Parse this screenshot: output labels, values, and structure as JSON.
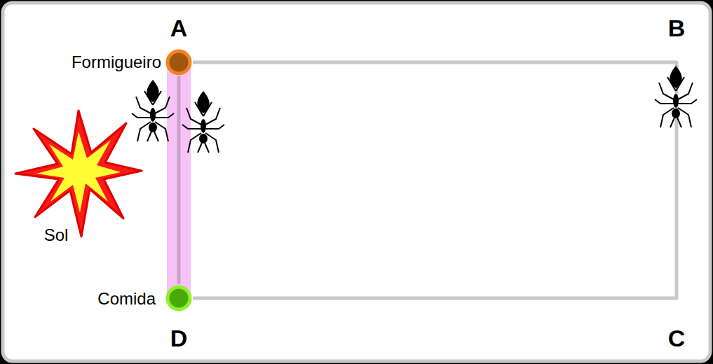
{
  "diagram": {
    "nodes": [
      {
        "text": [
          "A",
          "Formigueiro"
        ]
      },
      {
        "text": [
          "Comida",
          "D"
        ]
      }
    ],
    "edges": [
      {
        "from": 0,
        "to": 1,
        "arrow": "none"
      },
      {
        "from": 0,
        "to": 1,
        "arrow": "none"
      }
    ],
    "labels": [
      "B",
      "C",
      "Sol"
    ]
  }
}
